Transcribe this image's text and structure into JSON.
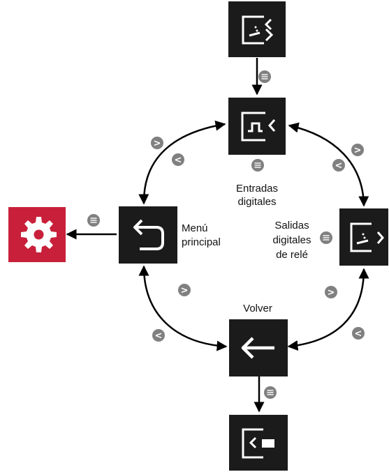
{
  "colors": {
    "tile": "#1b1b1b",
    "tile_icon": "#ffffff",
    "settings_tile": "#c8203a",
    "badge": "#808080",
    "badge_glyph": "#ffffff",
    "arrow": "#000000"
  },
  "badges": {
    "next": ">",
    "prev": "<"
  },
  "nodes": {
    "top": {
      "icon": "relay-output-icon"
    },
    "digital_inputs": {
      "icon": "digital-input-icon",
      "label_lines": [
        "Entradas",
        "digitales"
      ]
    },
    "main_menu": {
      "icon": "back-return-icon",
      "label_lines": [
        "Menú",
        "principal"
      ]
    },
    "relay_outputs": {
      "icon": "relay-output-icon",
      "label_lines": [
        "Salidas",
        "digitales",
        "de relé"
      ]
    },
    "back": {
      "icon": "left-arrow-icon",
      "label": "Volver"
    },
    "bottom": {
      "icon": "exit-screen-icon"
    },
    "settings": {
      "icon": "gear-icon"
    }
  }
}
